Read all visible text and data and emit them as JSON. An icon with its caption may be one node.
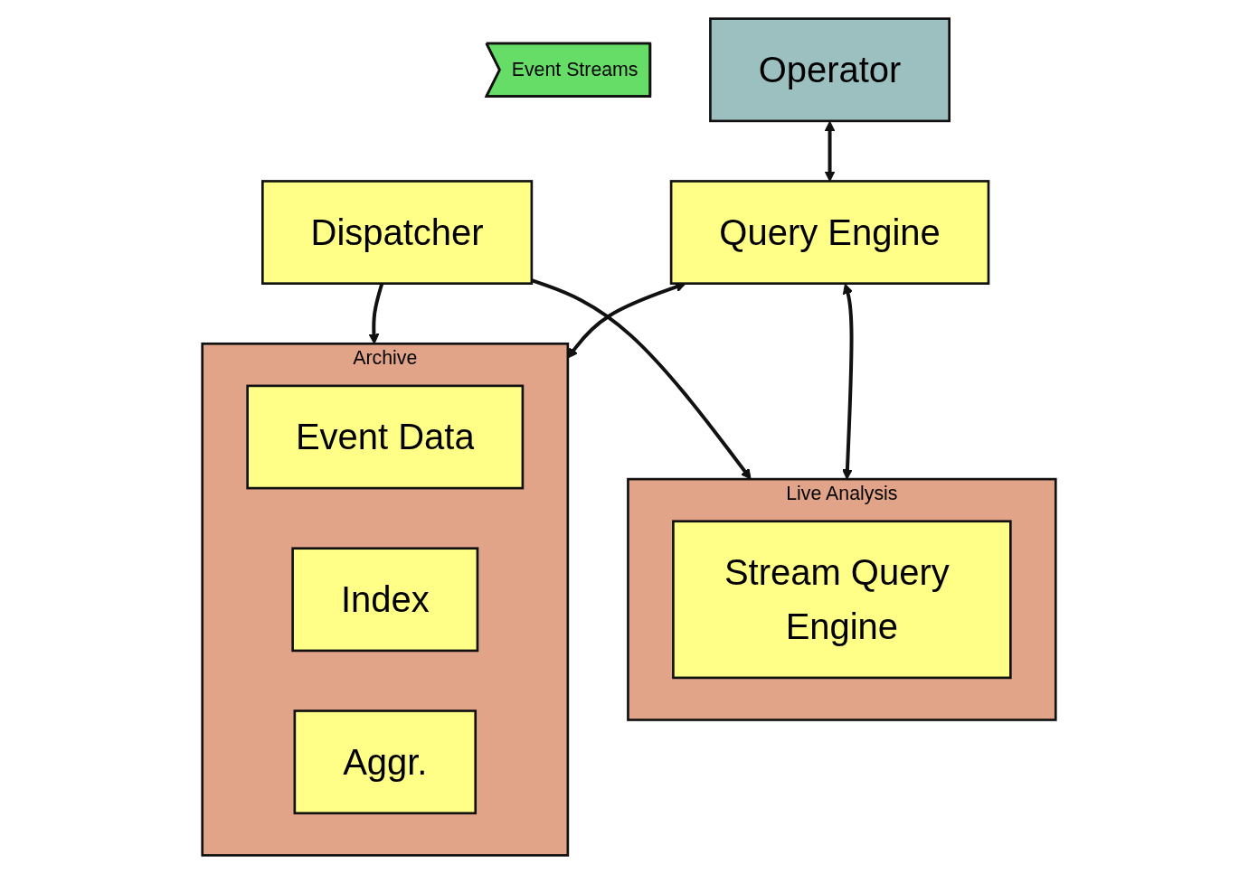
{
  "diagram": {
    "nodes": [
      {
        "text": [
          "Event Streams"
        ]
      },
      {
        "text": [
          "Dispatcher"
        ]
      },
      {
        "text": [
          "Archive"
        ]
      },
      {
        "text": [
          "Event Data"
        ],
        "in": 2
      },
      {
        "text": [
          "Index"
        ],
        "in": 2
      },
      {
        "text": [
          "Aggr."
        ],
        "in": 2
      },
      {
        "text": [
          "Live Analysis"
        ]
      },
      {
        "text": [
          "Stream Query Engine"
        ],
        "in": 6
      },
      {
        "text": [
          "Operator"
        ]
      },
      {
        "text": [
          "Query Engine"
        ]
      }
    ],
    "edges": [
      {
        "from": 1,
        "to": 2,
        "arrow": "to"
      },
      {
        "from": 1,
        "to": 6,
        "arrow": "to"
      },
      {
        "from": 9,
        "to": 2,
        "arrow": "both"
      },
      {
        "from": 9,
        "to": 6,
        "arrow": "both"
      },
      {
        "from": 8,
        "to": 9,
        "arrow": "both"
      }
    ]
  }
}
